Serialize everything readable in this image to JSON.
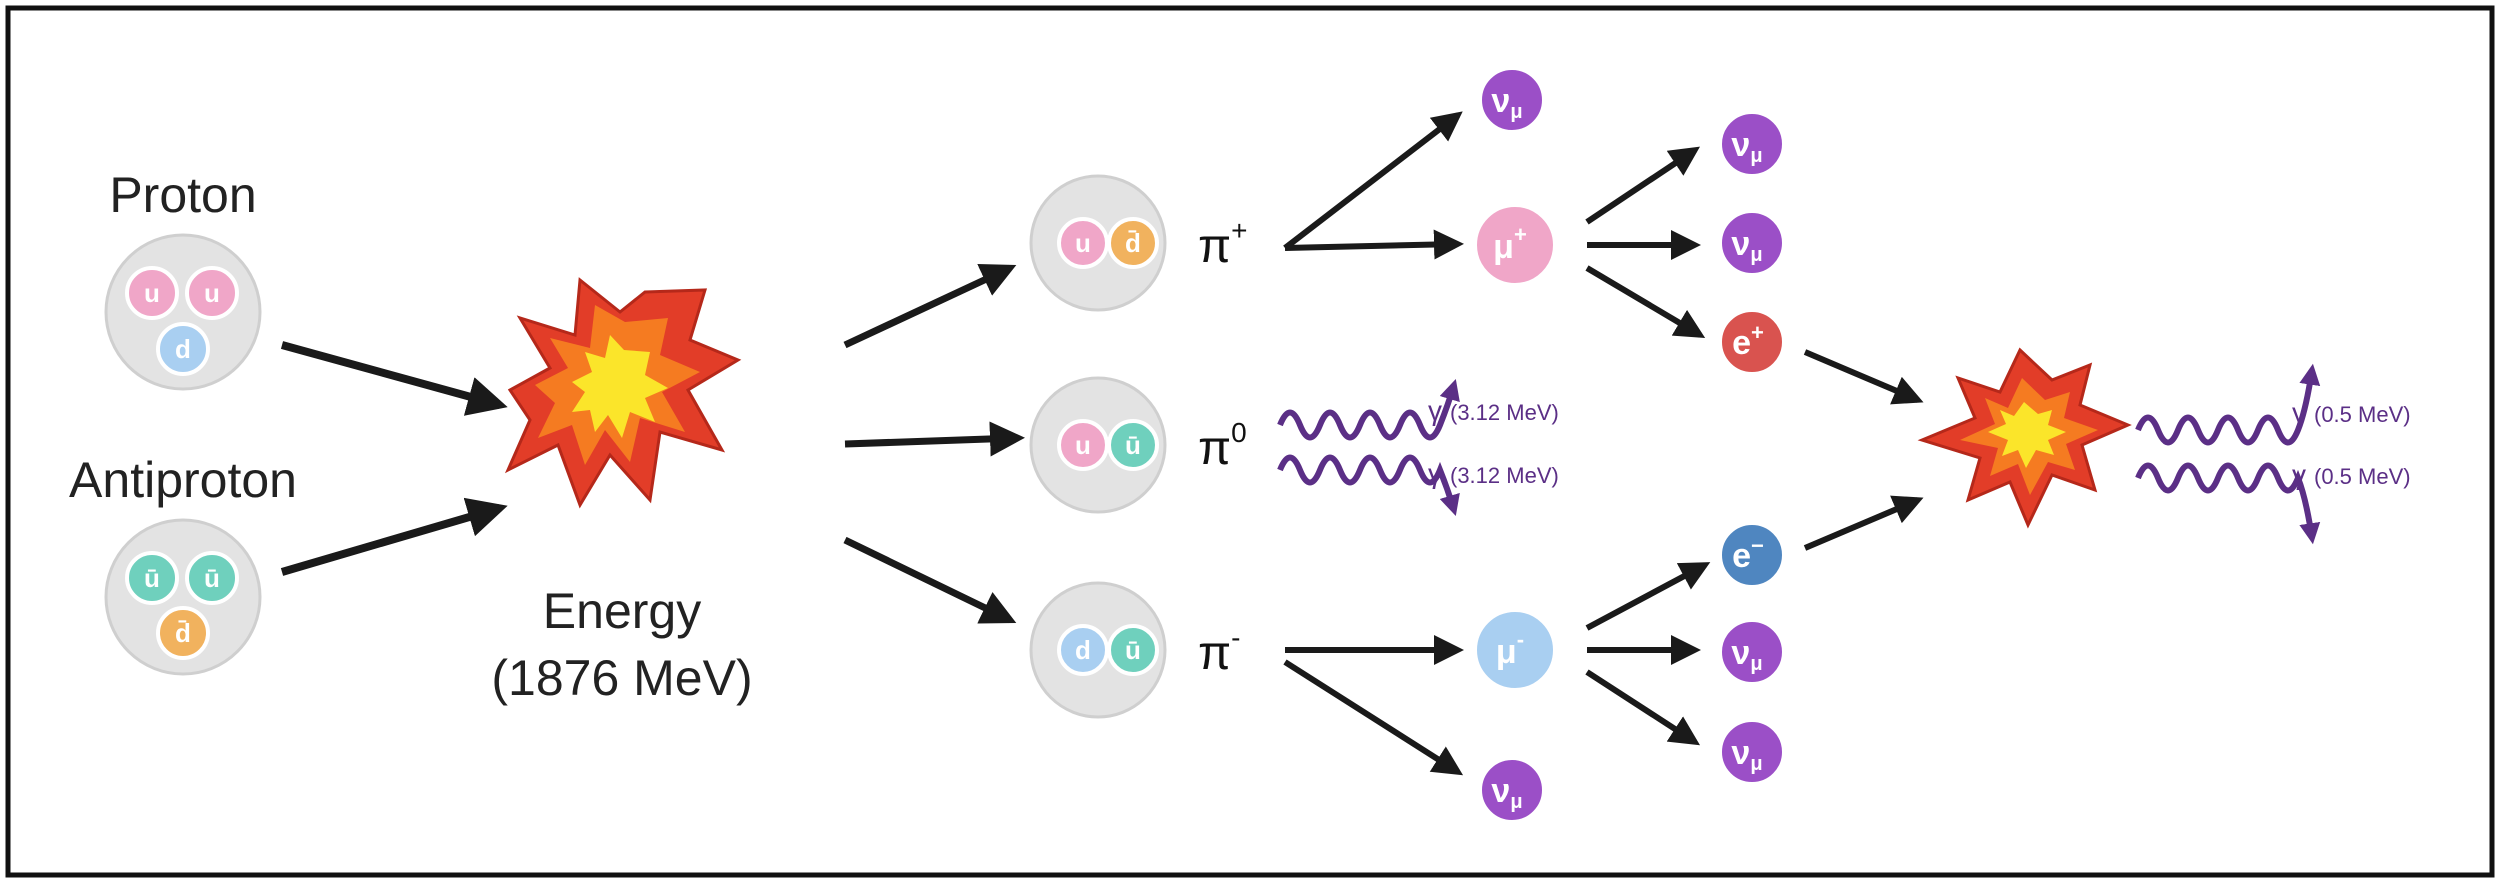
{
  "labels": {
    "proton": "Proton",
    "antiproton": "Antiproton",
    "energy_line1": "Energy",
    "energy_line2": "(1876 MeV)"
  },
  "quarks": {
    "u": "u",
    "d": "d",
    "u_bar": "ū",
    "d_bar": "d̄"
  },
  "pions": {
    "symbol": "π",
    "plus_sup": "+",
    "zero_sup": "0",
    "minus_sup": "-"
  },
  "particles": {
    "nu": "ν",
    "nu_sub": "μ",
    "mu": "μ",
    "mu_plus_sup": "+",
    "mu_minus_sup": "-",
    "e": "e",
    "e_plus_sup": "+",
    "e_minus_sup": "−"
  },
  "gamma": {
    "symbol": "γ",
    "pi0_energy": "(3.12 MeV)",
    "annihilation_energy": "(0.5 MeV)"
  },
  "colors": {
    "u_quark": "#f0a6c8",
    "d_quark": "#a9cff1",
    "u_bar_quark": "#6fd0bd",
    "d_bar_quark": "#f1b25e",
    "hadron_shell": "#e3e3e3",
    "neutrino": "#9b4fc7",
    "muon_plus": "#f0a6c8",
    "muon_minus": "#a9cff1",
    "positron": "#d9534f",
    "electron": "#4f86c0",
    "photon": "#5b2f86",
    "arrow": "#1a1a1a"
  }
}
